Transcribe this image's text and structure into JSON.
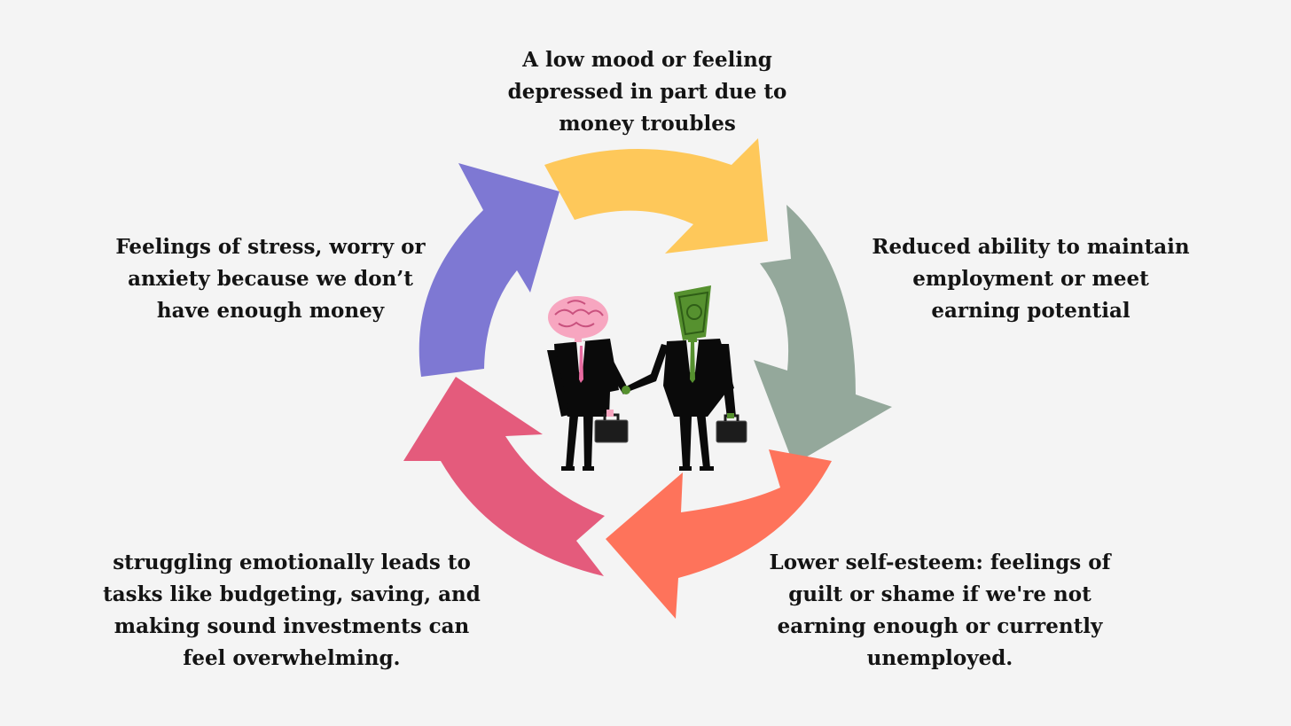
{
  "cycle": {
    "steps": [
      {
        "text": "A low mood or feeling\ndepressed  in part due to\nmoney troubles",
        "color": "#fec85a"
      },
      {
        "text": "Reduced ability to maintain\nemployment or meet\nearning potential",
        "color": "#94a89b"
      },
      {
        "text": "Lower self-esteem: feelings of\nguilt or shame if we're not\nearning enough or currently\nunemployed.",
        "color": "#fe735b"
      },
      {
        "text": "struggling emotionally leads to\ntasks like budgeting, saving, and\nmaking sound investments can\nfeel overwhelming.",
        "color": "#e45b7c"
      },
      {
        "text": "Feelings of stress, worry or\nanxiety because we don’t\nhave enough money",
        "color": "#7e78d3"
      }
    ]
  },
  "illustration": {
    "left_figure_head": "brain-head",
    "right_figure_head": "money-bill-head",
    "action": "handshake",
    "brain_color": "#f7a6c0",
    "money_color": "#56912f",
    "suit_color": "#0a0a0a"
  }
}
